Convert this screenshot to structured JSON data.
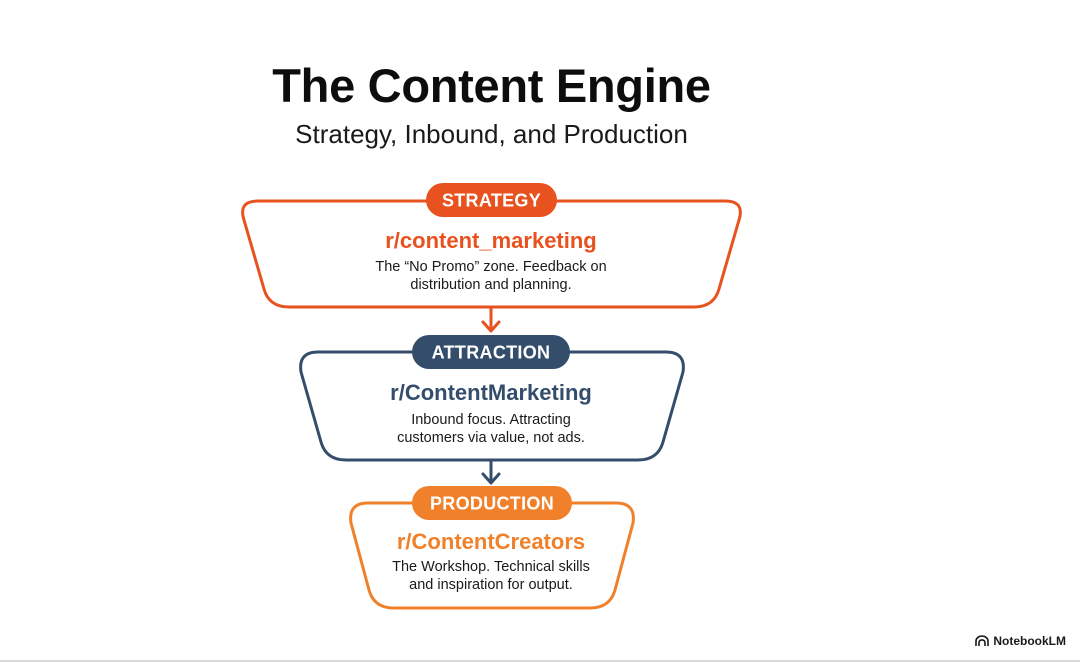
{
  "header": {
    "title": "The Content Engine",
    "subtitle": "Strategy, Inbound, and Production"
  },
  "stages": [
    {
      "tag": "STRATEGY",
      "subreddit": "r/content_marketing",
      "description_line1": "The “No Promo” zone. Feedback on",
      "description_line2": "distribution and planning.",
      "color": "#e8521f"
    },
    {
      "tag": "ATTRACTION",
      "subreddit": "r/ContentMarketing",
      "description_line1": "Inbound focus. Attracting",
      "description_line2": "customers via value, not ads.",
      "color": "#344d6b"
    },
    {
      "tag": "PRODUCTION",
      "subreddit": "r/ContentCreators",
      "description_line1": "The Workshop. Technical skills",
      "description_line2": "and inspiration for output.",
      "color": "#f0802a"
    }
  ],
  "branding": {
    "label": "NotebookLM",
    "icon": "notebooklm-logo-icon"
  }
}
